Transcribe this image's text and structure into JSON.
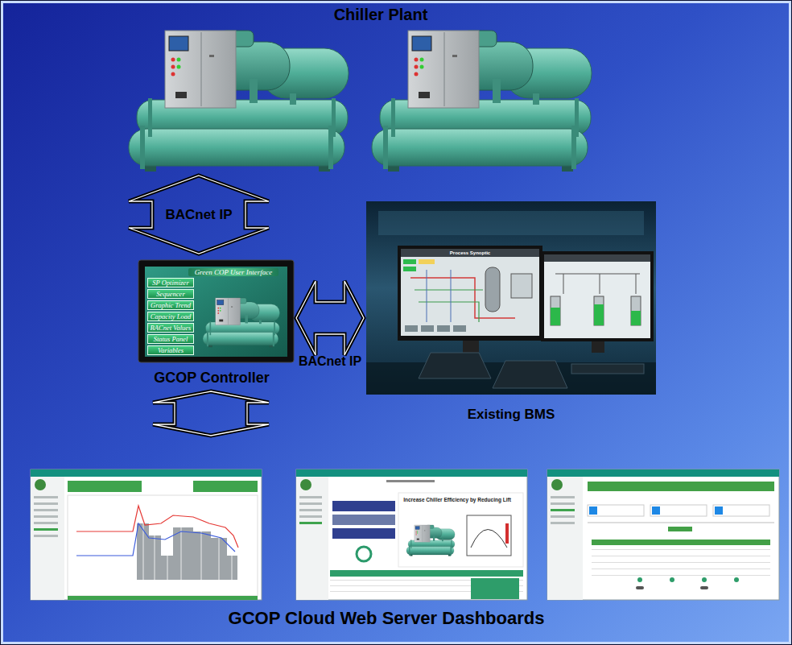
{
  "diagram": {
    "nodes": [
      {
        "text": [
          "Chiller Plant"
        ]
      },
      {
        "text": [
          "GCOP Controller"
        ]
      },
      {
        "text": [
          "Green COP User Interface"
        ],
        "in": 1
      },
      {
        "text": [
          "SP Optimizer"
        ],
        "in": 1
      },
      {
        "text": [
          "Sequencer"
        ],
        "in": 1
      },
      {
        "text": [
          "Graphic Trend"
        ],
        "in": 1
      },
      {
        "text": [
          "Capacity Load"
        ],
        "in": 1
      },
      {
        "text": [
          "BACnet Values"
        ],
        "in": 1
      },
      {
        "text": [
          "Status Panel"
        ],
        "in": 1
      },
      {
        "text": [
          "Variables"
        ],
        "in": 1
      },
      {
        "text": [
          "Existing BMS"
        ]
      },
      {
        "text": [
          "GCOP Cloud Web Server Dashboards"
        ]
      }
    ],
    "edges": [
      {
        "from": 0,
        "to": 1,
        "arrow": "both",
        "label": "BACnet IP"
      },
      {
        "from": 1,
        "to": 10,
        "arrow": "both",
        "label": "BACnet IP"
      },
      {
        "from": 1,
        "to": 11,
        "arrow": "both"
      }
    ],
    "labels": [
      "Process Synoptic",
      "Increase Chiller Efficiency by Reducing Lift"
    ]
  }
}
